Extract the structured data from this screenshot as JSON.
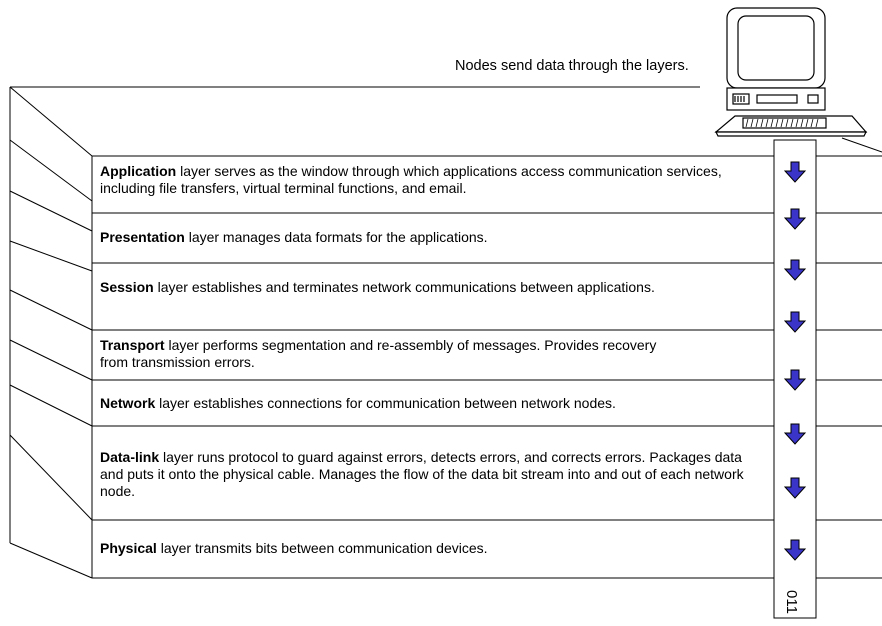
{
  "caption": "Nodes send data through the layers.",
  "layers": [
    {
      "name": "Application",
      "desc": " layer serves as the window through which applications access communication services, including file transfers, virtual terminal functions, and email."
    },
    {
      "name": "Presentation",
      "desc": " layer manages data formats for the applications."
    },
    {
      "name": "Session",
      "desc": " layer establishes and terminates network communications between applications."
    },
    {
      "name": "Transport",
      "desc": " layer performs segmentation and re-assembly of messages. Provides recovery from transmission errors."
    },
    {
      "name": "Network",
      "desc": " layer establishes connections for communication between network nodes."
    },
    {
      "name": "Data-link",
      "desc": " layer runs protocol to guard against errors, detects errors, and corrects errors.  Packages data and puts it onto the physical cable.  Manages the flow of the data bit stream into and out of each network node."
    },
    {
      "name": "Physical",
      "desc": " layer transmits bits between communication devices."
    }
  ],
  "bits_label": "011",
  "colors": {
    "arrow_fill": "#3a34c8",
    "line": "#000000",
    "background": "#ffffff"
  },
  "icons": {
    "computer": "computer-terminal-icon",
    "arrow": "down-arrow-icon"
  }
}
